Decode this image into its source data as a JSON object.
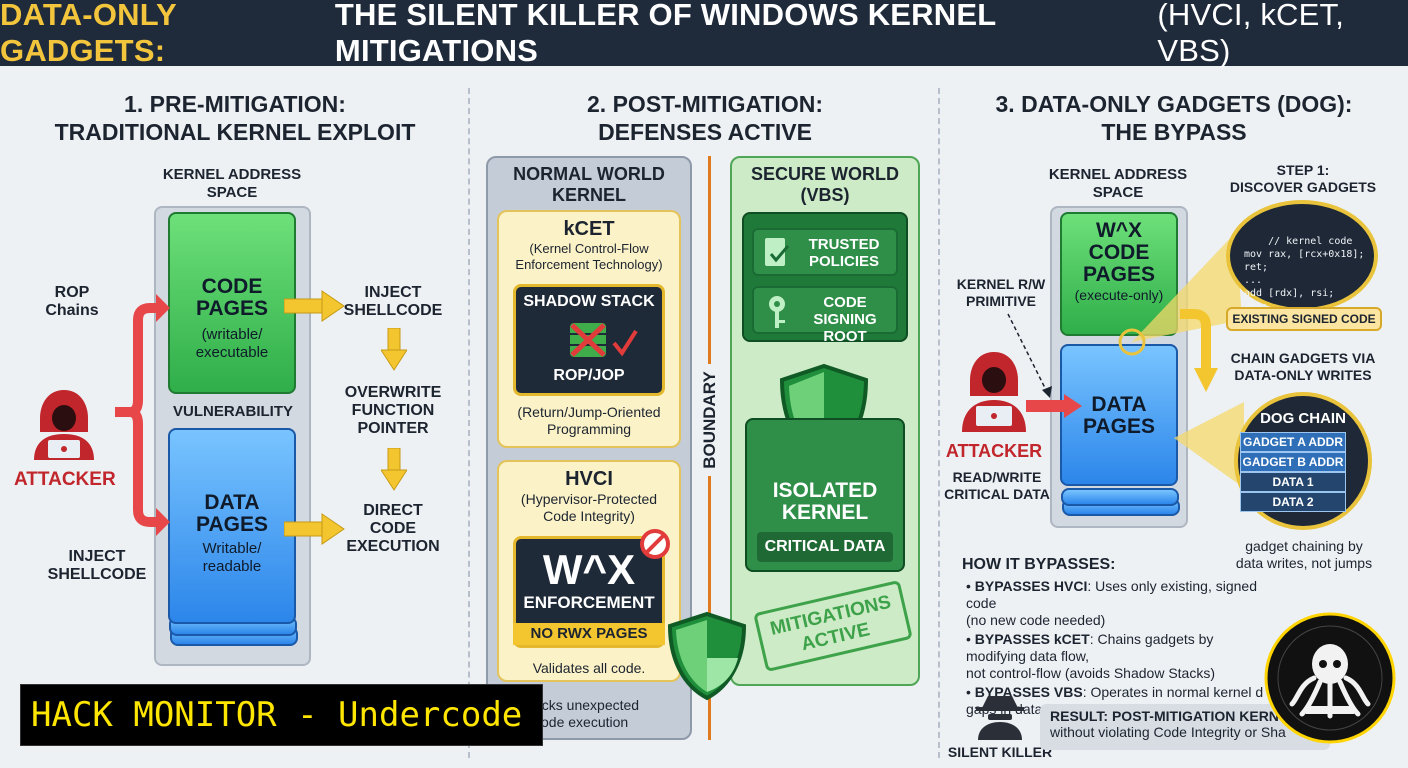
{
  "header": {
    "title_main": "DATA-ONLY GADGETS:",
    "title_rest": "THE SILENT KILLER OF WINDOWS KERNEL MITIGATIONS",
    "title_paren": "(HVCI, kCET, VBS)"
  },
  "panel1": {
    "title_line1": "1. PRE-MITIGATION:",
    "title_line2": "TRADITIONAL KERNEL EXPLOIT",
    "space_label": "KERNEL ADDRESS\nSPACE",
    "code_pages_title": "CODE\nPAGES",
    "code_pages_sub": "(writable/\nexecutable",
    "vulnerability": "VULNERABILITY",
    "data_pages_title": "DATA\nPAGES",
    "data_pages_sub": "Writable/\nreadable",
    "rop_chains": "ROP\nChains",
    "attacker": "ATTACKER",
    "inject_left": "INJECT\nSHELLCODE",
    "inject_right": "INJECT\nSHELLCODE",
    "overwrite": "OVERWRITE\nFUNCTION\nPOINTER",
    "direct": "DIRECT\nCODE\nEXECUTION"
  },
  "panel2": {
    "title_line1": "2. POST-MITIGATION:",
    "title_line2": "DEFENSES ACTIVE",
    "normal_world": "NORMAL WORLD\nKERNEL",
    "kcet_title": "kCET",
    "kcet_sub": "(Kernel Control-Flow\nEnforcement Technology)",
    "shadow_stack": "SHADOW STACK",
    "rop_jop": "ROP/JOP",
    "rop_jop_desc": "(Return/Jump-Oriented\nProgramming",
    "hvci_title": "HVCI",
    "hvci_sub": "(Hypervisor-Protected\nCode Integrity)",
    "wx": "W^X",
    "enforcement": "ENFORCEMENT",
    "no_rwx": "NO RWX PAGES",
    "validates": "Validates all code.",
    "blocks": "ocks unexpected\ncode execution",
    "boundary": "BOUNDARY",
    "secure_world": "SECURE WORLD\n(VBS)",
    "trusted": "TRUSTED\nPOLICIES",
    "code_signing": "CODE SIGNING\nROOT",
    "isolated": "ISOLATED\nKERNEL",
    "critical": "CRITICAL DATA",
    "stamp": "MITIGATIONS\nACTIVE"
  },
  "panel3": {
    "title_line1": "3. DATA-ONLY GADGETS (DOG):",
    "title_line2": "THE BYPASS",
    "space_label": "KERNEL ADDRESS\nSPACE",
    "wx_code": "W^X\nCODE\nPAGES",
    "exec_only": "(execute-only)",
    "data_pages": "DATA\nPAGES",
    "primitive": "KERNEL R/W\nPRIMITIVE",
    "attacker": "ATTACKER",
    "readwrite": "READ/WRITE\nCRITICAL DATA",
    "step1": "STEP 1:\nDISCOVER GADGETS",
    "code": "// kernel code\nmov rax, [rcx+0x18];\nret;\n...\nadd [rdx], rsi;\nret;",
    "existing": "EXISTING SIGNED CODE",
    "chain_via": "CHAIN GADGETS VIA\nDATA-ONLY WRITES",
    "dog_chain": "DOG CHAIN",
    "chain_rows": [
      "GADGET A ADDR",
      "GADGET B ADDR",
      "DATA 1",
      "DATA 2"
    ],
    "chaining_note": "gadget chaining by\ndata writes, not jumps",
    "how_title": "HOW IT BYPASSES:",
    "bullets": [
      {
        "bold": "BYPASSES HVCI",
        "text": ": Uses only existing, signed code\n(no new code needed)"
      },
      {
        "bold": "BYPASSES kCET",
        "text": ": Chains gadgets by modifying data flow,\nnot control-flow (avoids Shadow Stacks)"
      },
      {
        "bold": "BYPASSES VBS",
        "text": ": Operates in normal kernel d\ngaps in data protection (not code integrity)"
      }
    ],
    "silent_killer": "SILENT KILLER",
    "result_bold": "RESULT: POST-MITIGATION KERN",
    "result_text": "without violating Code Integrity or Sha"
  },
  "watermark": {
    "text": "HACK MONITOR - Undercode"
  },
  "colors": {
    "header_bg": "#1f2a3a",
    "title_yellow": "#f2c53d",
    "attacker_red": "#c0262b",
    "arrow_red": "#e8474a",
    "arrow_yellow": "#f3c630",
    "green_page": "#2fae49",
    "blue_page": "#2c86ea",
    "boundary_orange": "#e07a1f"
  },
  "icons": [
    "hooded-attacker-icon",
    "shield-icon",
    "document-check-icon",
    "key-icon",
    "spy-icon",
    "octopus-logo",
    "prohibited-icon",
    "check-icon",
    "stack-cross-icon"
  ]
}
